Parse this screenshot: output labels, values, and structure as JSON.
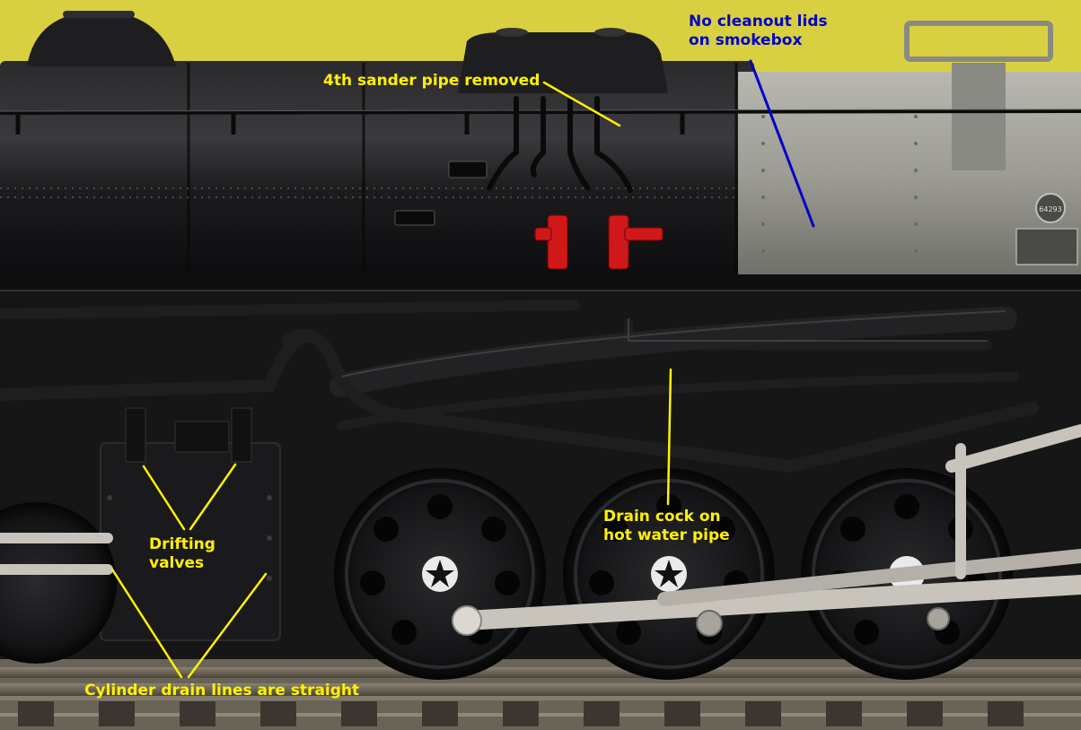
{
  "colors": {
    "annotation_yellow": "#fff200",
    "annotation_blue": "#0000c8",
    "boiler_black": "#1c1c1e",
    "smokebox_graphite": "#9c9c94",
    "sander_valve_red": "#d01818",
    "wall_yellow": "#e8e060"
  },
  "annotations": {
    "smokebox": {
      "line1": "No cleanout lids",
      "line2": "on smokebox"
    },
    "sander": {
      "text": "4th sander pipe removed"
    },
    "drifting_valves": {
      "line1": "Drifting",
      "line2": "valves"
    },
    "drain_cock": {
      "line1": "Drain cock on",
      "line2": "hot water pipe"
    },
    "cylinder_drain": {
      "text": "Cylinder drain lines are straight"
    }
  },
  "engine": {
    "number_plate": "64293"
  }
}
